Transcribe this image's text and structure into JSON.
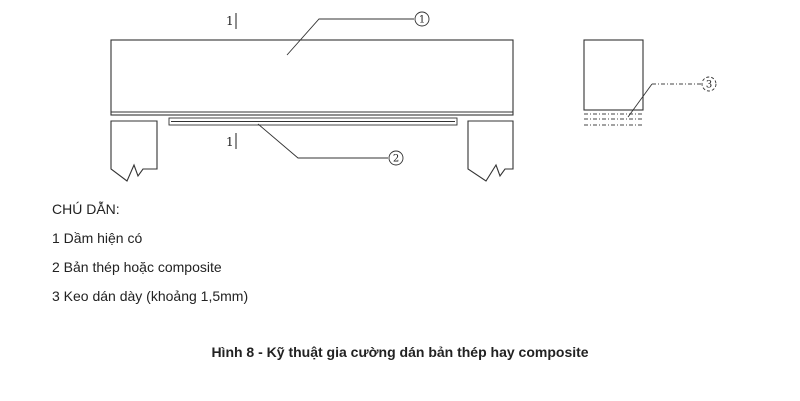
{
  "figure": {
    "section_marks": [
      "1",
      "1"
    ],
    "callouts": [
      "1",
      "2",
      "3"
    ]
  },
  "legend": {
    "title": "CHÚ DẪN:",
    "items": [
      "1 Dầm hiện có",
      "2 Bản thép hoặc composite",
      "3 Keo dán dày (khoảng 1,5mm)"
    ]
  },
  "caption": "Hình 8 - Kỹ thuật gia cường dán bản thép hay composite"
}
